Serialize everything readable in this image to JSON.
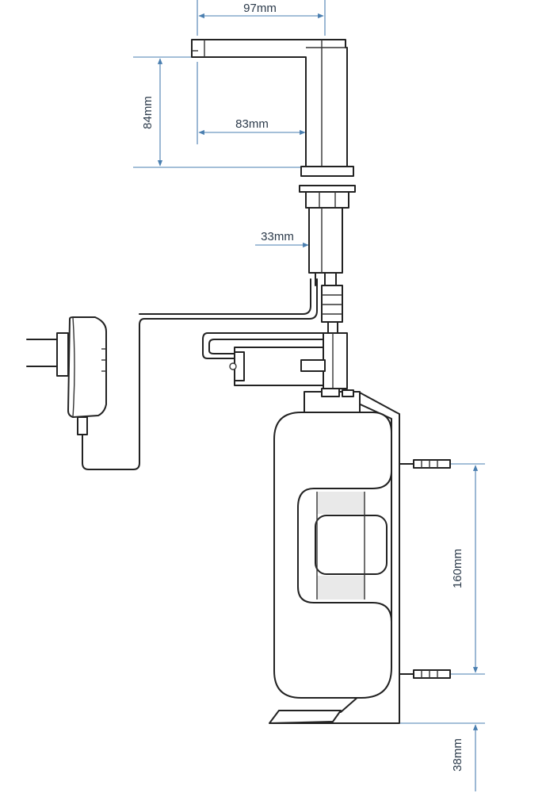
{
  "dimensions": {
    "spout_width": "97mm",
    "spout_height": "84mm",
    "spout_reach": "83mm",
    "body_diameter": "33mm",
    "mount_spacing": "160mm",
    "bottom_clearance": "38mm"
  },
  "colors": {
    "dimension_line": "#4a7fb0",
    "outline": "#222222",
    "text": "#2b3a4a"
  }
}
